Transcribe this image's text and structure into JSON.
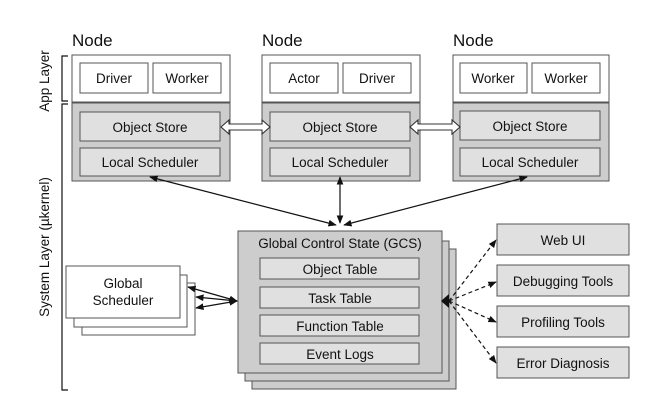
{
  "layers": {
    "app": "App Layer",
    "system": "System Layer (µkernel)"
  },
  "nodes": [
    {
      "title": "Node",
      "components": [
        "Driver",
        "Worker"
      ],
      "object_store": "Object Store",
      "local_scheduler": "Local Scheduler"
    },
    {
      "title": "Node",
      "components": [
        "Actor",
        "Driver"
      ],
      "object_store": "Object Store",
      "local_scheduler": "Local Scheduler"
    },
    {
      "title": "Node",
      "components": [
        "Worker",
        "Worker"
      ],
      "object_store": "Object Store",
      "local_scheduler": "Local Scheduler"
    }
  ],
  "global_scheduler": {
    "line1": "Global",
    "line2": "Scheduler"
  },
  "gcs": {
    "title": "Global Control State (GCS)",
    "tables": [
      "Object Table",
      "Task Table",
      "Function Table",
      "Event Logs"
    ]
  },
  "tools": [
    "Web UI",
    "Debugging Tools",
    "Profiling Tools",
    "Error Diagnosis"
  ]
}
